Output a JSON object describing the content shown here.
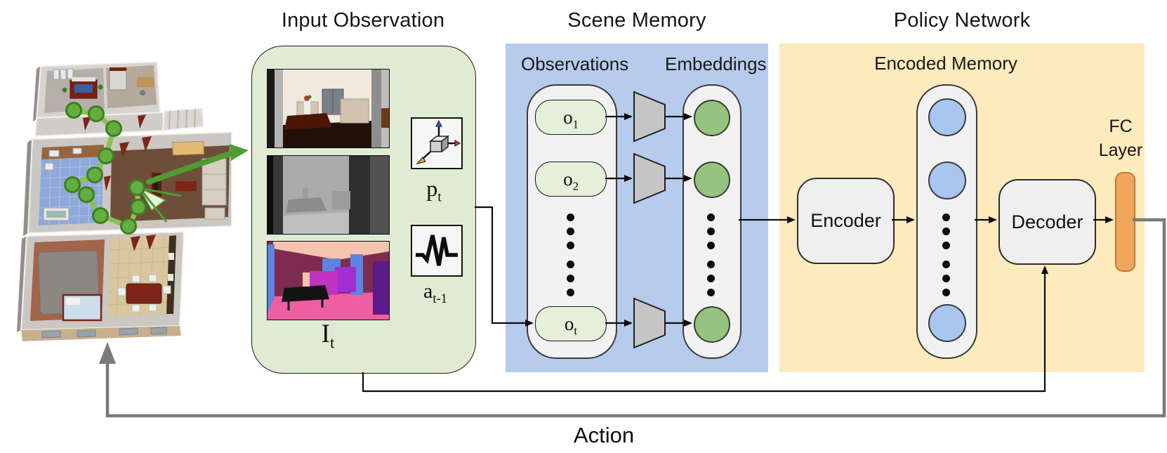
{
  "headers": {
    "input_observation": "Input Observation",
    "scene_memory": "Scene Memory",
    "policy_network": "Policy Network"
  },
  "input_observation": {
    "frame_label": {
      "base": "I",
      "sub": "t"
    },
    "pose_label": {
      "base": "p",
      "sub": "t"
    },
    "prev_action_label": {
      "base": "a",
      "sub": "t-1"
    },
    "images": {
      "rgb": "rgb-camera-view",
      "depth": "depth-map-view",
      "segmentation": "semantic-segmentation-view"
    },
    "icons": {
      "pose": "pose-axes-icon",
      "prev_action": "action-waveform-icon"
    }
  },
  "scene_memory": {
    "observations_header": "Observations",
    "embeddings_header": "Embeddings",
    "observations": [
      {
        "base": "o",
        "sub": "1"
      },
      {
        "base": "o",
        "sub": "2"
      },
      {
        "base": "o",
        "sub": "t"
      }
    ]
  },
  "policy_network": {
    "encoded_memory_header": "Encoded Memory",
    "encoder": "Encoder",
    "decoder": "Decoder",
    "fc_layer": [
      "FC",
      "Layer"
    ]
  },
  "footer": {
    "action_label": "Action"
  },
  "house": {
    "name": "3d-house-floorplan-with-agent-trajectory"
  },
  "colors": {
    "input_region_green": "#dfecd3",
    "scene_memory_blue": "#b7cbec",
    "policy_network_yellow": "#fdeabd",
    "observation_pill_green": "#e4f0da",
    "embedding_circle_green": "#94c47d",
    "memory_circle_blue": "#a9c6f2",
    "fc_layer_orange": "#f1a65e",
    "container_gray": "#f1f1f1",
    "trapezoid_gray": "#c5c5c5",
    "trajectory_green": "#64ad3f",
    "arrow_green": "#4f9d31",
    "action_arrow_gray": "#7a7a7a"
  }
}
